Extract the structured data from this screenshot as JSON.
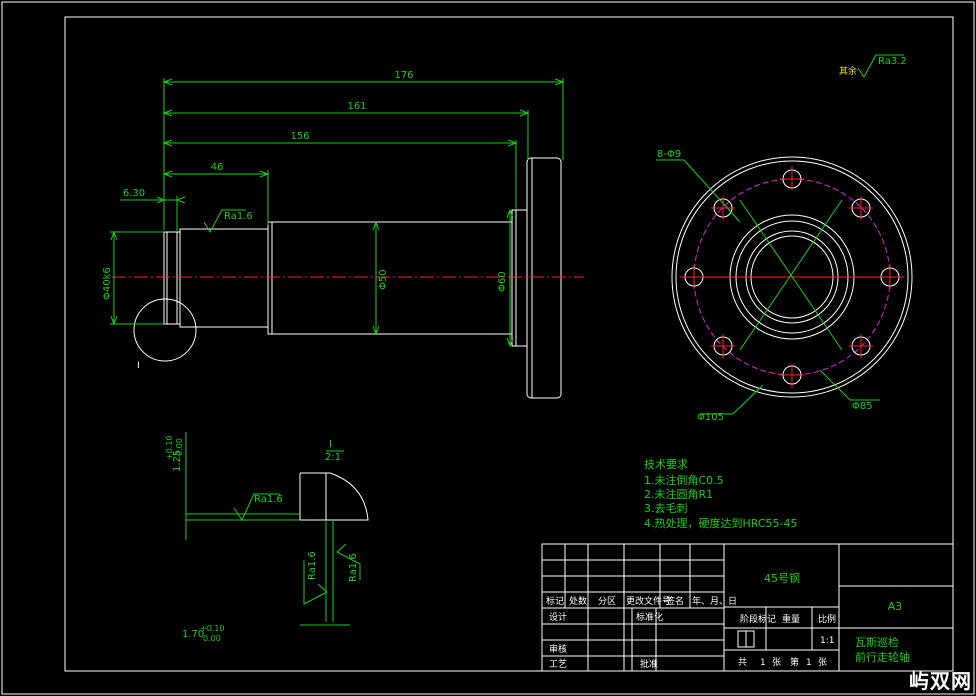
{
  "dimensions": {
    "d176": "176",
    "d161": "161",
    "d156": "156",
    "d46": "46",
    "d630": "6.30",
    "phi40k6": "Φ40k6",
    "phi50": "Φ50",
    "phi60": "Φ60",
    "holes": "8-Φ9",
    "phi105": "Φ105",
    "phi85": "Φ85",
    "tol_upper_a": "+0.10",
    "tol_lower_a": "0.00",
    "base_a": "1.25",
    "tol_upper_b": "+0.10",
    "tol_lower_b": "0.00",
    "base_b": "1.70"
  },
  "roughness": {
    "ra1": "Ra1.6",
    "ra2": "Ra1.6",
    "ra3": "Ra1.6",
    "ra4": "Ra1.6",
    "rest_label": "其余",
    "rest_value": "Ra3.2"
  },
  "detail": {
    "callout": "I",
    "view_label": "I",
    "scale": "2:1"
  },
  "notes": {
    "title": "技术要求",
    "items": [
      "1.未注倒角C0.5",
      "2.未注圆角R1",
      "3.去毛刺",
      "4.热处理，硬度达到HRC55-45"
    ]
  },
  "title_block": {
    "material": "45号钢",
    "sheet_size": "A3",
    "h_mark": "标记",
    "h_count": "处数",
    "h_zone": "分区",
    "h_doc": "更改文件号",
    "h_sign": "签名",
    "h_date": "年、月、日",
    "designer": "设计",
    "standardize": "标准化",
    "stage_mark": "阶段标记",
    "weight": "重量",
    "ratio": "比例",
    "ratio_value": "1:1",
    "checker": "审核",
    "process": "工艺",
    "approve": "批准",
    "total": "共",
    "total_n": "1",
    "sheets": "张",
    "page": "第",
    "page_n": "1",
    "sheets2": "张",
    "name_line1": "瓦斯巡检",
    "name_line2": "前行走轮轴"
  },
  "watermark": "屿双网"
}
